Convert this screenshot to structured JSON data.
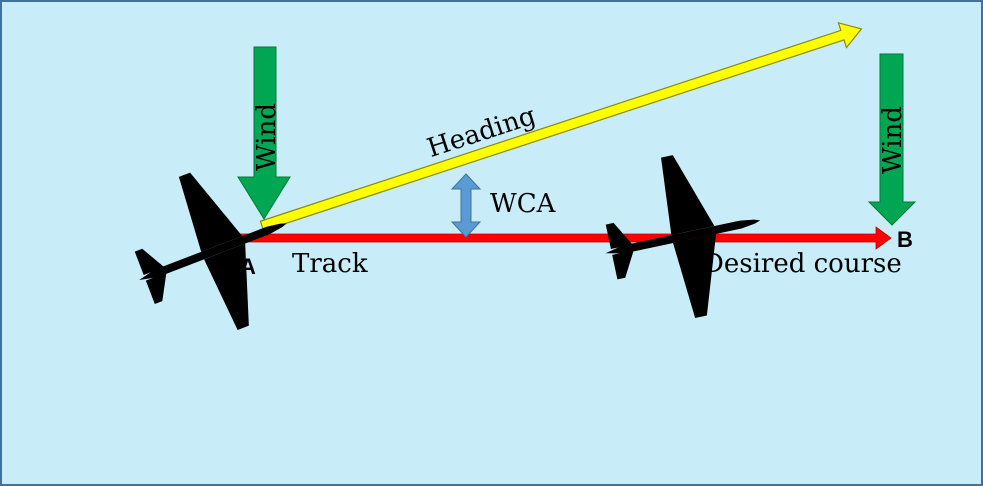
{
  "labels": {
    "wind_left": "Wind",
    "wind_right": "Wind",
    "heading": "Heading",
    "wca": "WCA",
    "track": "Track",
    "desired_course": "Desired course",
    "point_a": "A",
    "point_b": "B"
  },
  "colors": {
    "background": "#c8ecf8",
    "border": "#41719c",
    "track": "#ff0000",
    "heading": "#ffff00",
    "heading_outline": "#8a8a00",
    "wind": "#00a651",
    "wind_outline": "#007a3a",
    "wca": "#5b9bd5",
    "aircraft": "#000000"
  },
  "icons": [
    "airplane-icon-a",
    "airplane-icon-mid",
    "wind-arrow-left",
    "wind-arrow-right",
    "wca-double-arrow"
  ]
}
